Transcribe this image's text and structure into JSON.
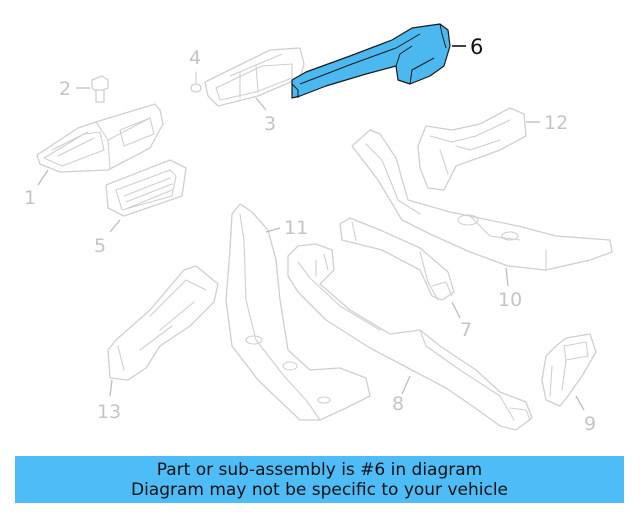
{
  "diagram": {
    "highlight_color": "#4cb8f0",
    "callouts": {
      "c1": "1",
      "c2": "2",
      "c3": "3",
      "c4": "4",
      "c5": "5",
      "c6": "6",
      "c7": "7",
      "c8": "8",
      "c9": "9",
      "c10": "10",
      "c11": "11",
      "c12": "12",
      "c13": "13"
    }
  },
  "banner": {
    "line1": "Part or sub-assembly is #6 in diagram",
    "line2": "Diagram may not be specific to your vehicle",
    "color": "#4dbcf7"
  }
}
